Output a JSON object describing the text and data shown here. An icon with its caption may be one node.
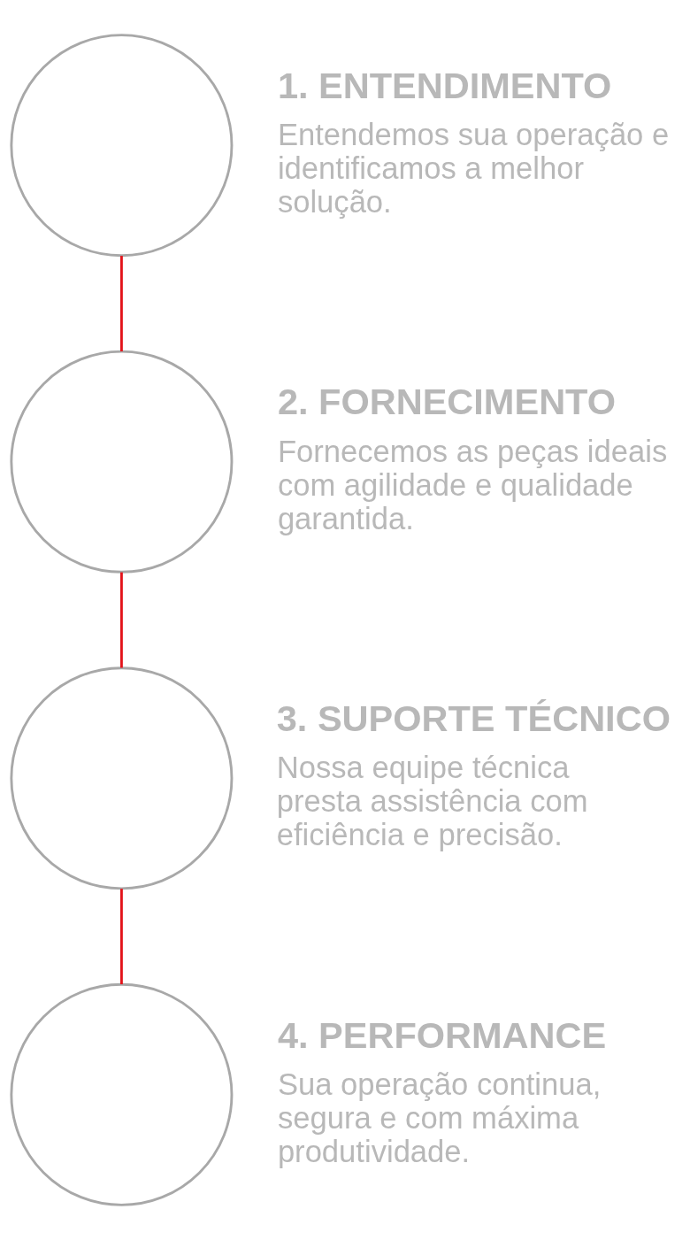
{
  "diagram": {
    "nodes": [
      {
        "text": [],
        "shape": "circle",
        "beside": [
          "1. ENTENDIMENTO",
          "Entendemos sua operação e identificamos a melhor solução."
        ]
      },
      {
        "text": [],
        "shape": "circle",
        "beside": [
          "2. FORNECIMENTO",
          "Fornecemos as peças ideais com agilidade e qualidade garantida."
        ]
      },
      {
        "text": [],
        "shape": "circle",
        "beside": [
          "3. SUPORTE TÉCNICO",
          "Nossa equipe técnica presta assistência com eficiência e precisão."
        ]
      },
      {
        "text": [],
        "shape": "circle",
        "beside": [
          "4. PERFORMANCE",
          "Sua operação continua, segura e com máxima produtividade."
        ]
      }
    ],
    "edges": [
      {
        "from": 0,
        "to": 1,
        "arrow": "none"
      },
      {
        "from": 1,
        "to": 2,
        "arrow": "none"
      },
      {
        "from": 2,
        "to": 3,
        "arrow": "none"
      }
    ]
  }
}
